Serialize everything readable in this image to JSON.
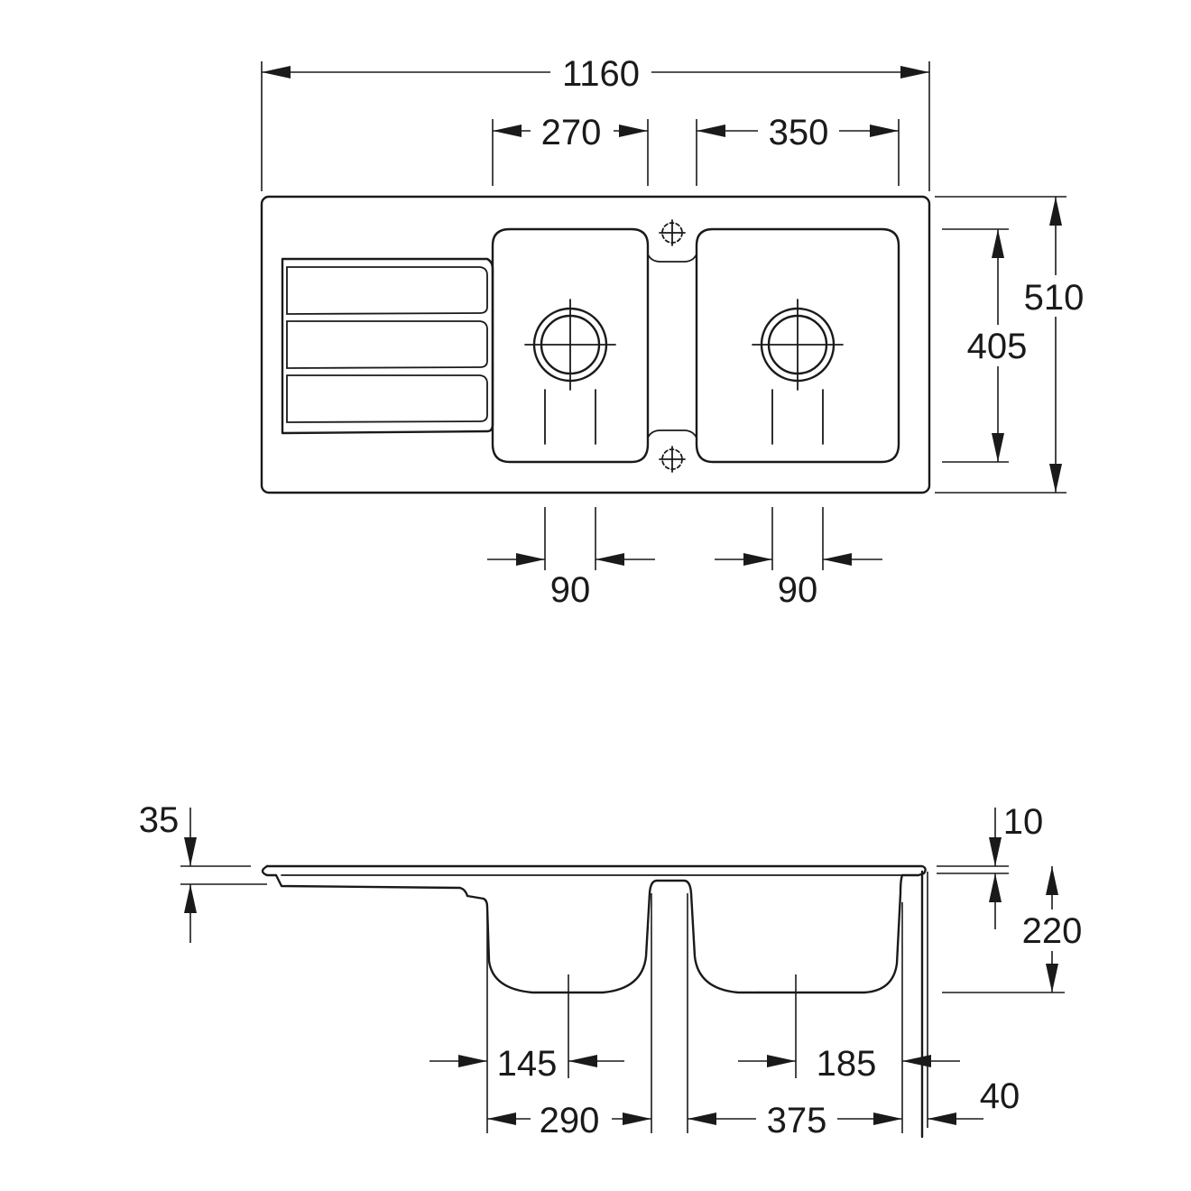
{
  "plan_view": {
    "overall_width": "1160",
    "left_bowl_width": "270",
    "right_bowl_width": "350",
    "overall_depth": "510",
    "bowl_depth": "405",
    "left_waste_spacing": "90",
    "right_waste_spacing": "90"
  },
  "section_view": {
    "rim_thickness": "35",
    "edge_thickness": "10",
    "bowl_height": "220",
    "left_waste_offset": "145",
    "left_bowl_width": "290",
    "right_waste_offset": "185",
    "right_bowl_width": "375",
    "edge_offset": "40"
  }
}
